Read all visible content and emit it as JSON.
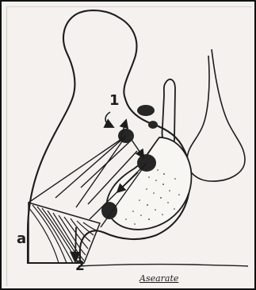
{
  "labels": {
    "panel": "a",
    "arrow_1": "1",
    "arrow_2": "2",
    "caption": "Asearate"
  },
  "colors": {
    "ink": "#1d1d1d",
    "paper": "#f4f1ee",
    "frame": "#111111"
  }
}
